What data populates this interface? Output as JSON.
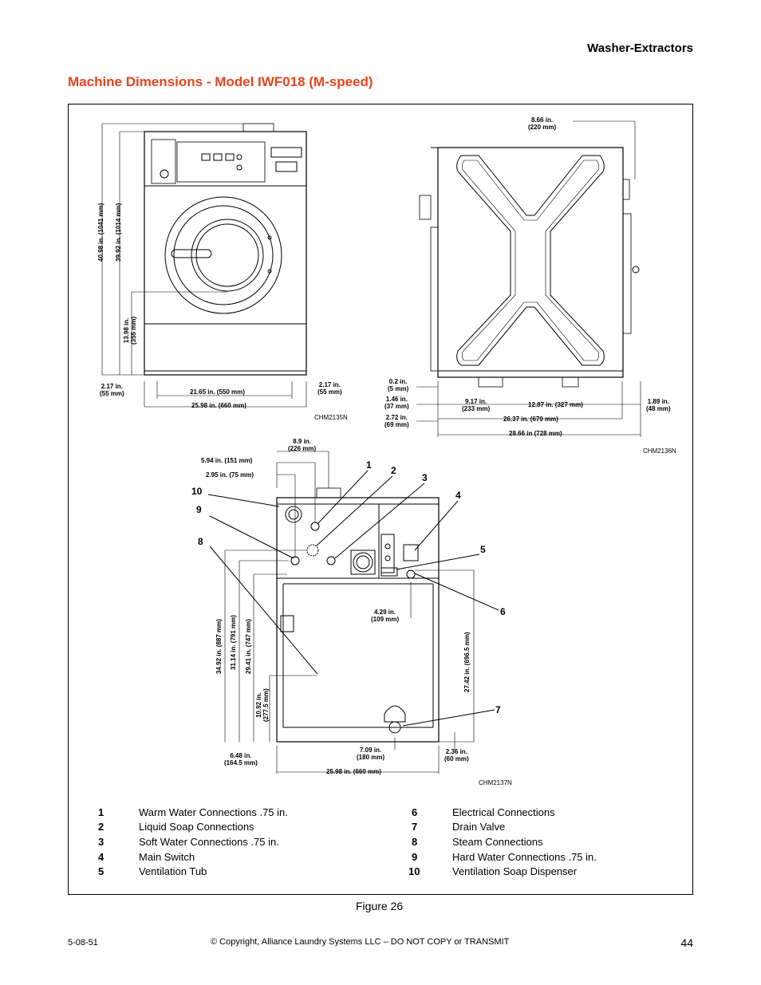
{
  "header": {
    "title": "Washer-Extractors"
  },
  "section_title": "Machine Dimensions - Model IWF018 (M-speed)",
  "front_view": {
    "dims": {
      "overall_height": "40.98 in. (1041 mm)",
      "cabinet_height": "39.92 in. (1014 mm)",
      "door_center": "13.98 in.\n(355 mm)",
      "left_offset": "2.17 in.\n(55 mm)",
      "right_offset": "2.17 in.\n(55 mm)",
      "foot_span": "21.65 in. (550 mm)",
      "width": "25.98 in. (660 mm)"
    },
    "code": "CHM2135N"
  },
  "side_view": {
    "dims": {
      "top_offset": "8.66 in.\n(220 mm)",
      "d1": "0.2 in.\n(5 mm)",
      "d2": "1.46 in.\n(37 mm)",
      "d3": "2.72 in.\n(69 mm)",
      "d4": "9.17 in.\n(233 mm)",
      "d5": "12.87 in. (327 mm)",
      "d6": "1.89 in.\n(48 mm)",
      "d7": "26.37 in. (670 mm)",
      "d8": "28.66 in (728 mm)"
    },
    "code": "CHM2136N"
  },
  "rear_view": {
    "dims": {
      "a": "8.9 in.\n(226 mm)",
      "b": "5.94 in. (151 mm)",
      "c": "2.95 in. (75 mm)",
      "h1": "34.92 in. (887 mm)",
      "h2": "31.14 in. (791 mm)",
      "h3": "29.41 in. (747 mm)",
      "h4": "10.92 in.\n(277.5 mm)",
      "h5": "27.42 in. (696.5 mm)",
      "e": "4.29 in.\n(109 mm)",
      "f": "6.48 in.\n(164.5 mm)",
      "g": "7.09 in.\n(180 mm)",
      "h": "2.36 in.\n(60 mm)",
      "w": "25.98 in. (660 mm)"
    },
    "callouts": [
      "1",
      "2",
      "3",
      "4",
      "5",
      "6",
      "7",
      "8",
      "9",
      "10"
    ],
    "code": "CHM2137N"
  },
  "legend": {
    "left": [
      {
        "num": "1",
        "text": "Warm Water Connections .75 in."
      },
      {
        "num": "2",
        "text": "Liquid Soap Connections"
      },
      {
        "num": "3",
        "text": "Soft Water Connections .75 in."
      },
      {
        "num": "4",
        "text": "Main Switch"
      },
      {
        "num": "5",
        "text": "Ventilation Tub"
      }
    ],
    "right": [
      {
        "num": "6",
        "text": "Electrical Connections"
      },
      {
        "num": "7",
        "text": "Drain Valve"
      },
      {
        "num": "8",
        "text": "Steam Connections"
      },
      {
        "num": "9",
        "text": "Hard Water Connections .75 in."
      },
      {
        "num": "10",
        "text": "Ventilation Soap Dispenser"
      }
    ]
  },
  "caption": "Figure 26",
  "footer": {
    "left": "5-08-51",
    "center": "© Copyright, Alliance Laundry Systems LLC – DO NOT COPY or TRANSMIT",
    "page": "44"
  },
  "colors": {
    "title_accent": "#e8431c"
  }
}
